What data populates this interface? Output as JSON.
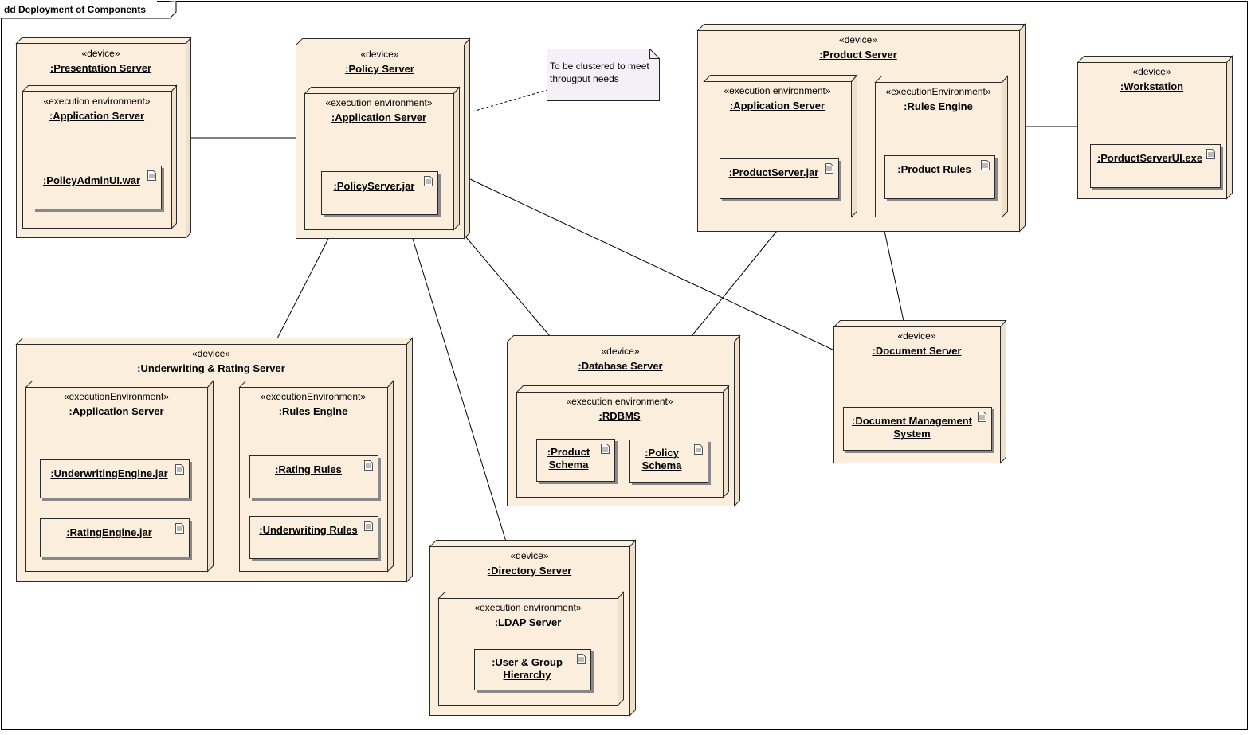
{
  "frame": {
    "title": "dd Deployment of Components"
  },
  "nodes": {
    "presentation_server": {
      "stereotype": "«device»",
      "name": ":Presentation Server"
    },
    "policy_server": {
      "stereotype": "«device»",
      "name": ":Policy Server"
    },
    "product_server": {
      "stereotype": "«device»",
      "name": ":Product Server"
    },
    "workstation": {
      "stereotype": "«device»",
      "name": ":Workstation"
    },
    "underwriting_server": {
      "stereotype": "«device»",
      "name": ":Underwriting & Rating Server"
    },
    "database_server": {
      "stereotype": "«device»",
      "name": ":Database Server"
    },
    "document_server": {
      "stereotype": "«device»",
      "name": ":Document Server"
    },
    "directory_server": {
      "stereotype": "«device»",
      "name": ":Directory Server"
    }
  },
  "environments": {
    "pres_app": {
      "stereotype": "«execution environment»",
      "name": ":Application Server"
    },
    "policy_app": {
      "stereotype": "«execution environment»",
      "name": ":Application Server"
    },
    "product_app": {
      "stereotype": "«execution environment»",
      "name": ":Application Server"
    },
    "product_rules": {
      "stereotype": "«executionEnvironment»",
      "name": ":Rules Engine"
    },
    "uw_app": {
      "stereotype": "«executionEnvironment»",
      "name": ":Application Server"
    },
    "uw_rules": {
      "stereotype": "«executionEnvironment»",
      "name": ":Rules Engine"
    },
    "db_rdbms": {
      "stereotype": "«execution environment»",
      "name": ":RDBMS"
    },
    "dir_ldap": {
      "stereotype": "«execution environment»",
      "name": ":LDAP Server"
    }
  },
  "artifacts": {
    "policy_admin_ui": ":PolicyAdminUI.war",
    "policy_server_jar": ":PolicyServer.jar",
    "product_server_jar": ":ProductServer.jar",
    "product_rules": ":Product Rules",
    "porduct_server_ui": ":PorductServerUI.exe",
    "underwriting_engine": ":UnderwritingEngine.jar",
    "rating_engine": ":RatingEngine.jar",
    "rating_rules": ":Rating Rules",
    "underwriting_rules": ":Underwriting Rules",
    "product_schema": ":Product Schema",
    "policy_schema": ":Policy Schema",
    "document_management": ":Document Management System",
    "user_group_hierarchy": ":User & Group Hierarchy"
  },
  "note": {
    "text": "To be clustered to meet\nthrougput needs"
  },
  "colors": {
    "node_fill": "#fbeedd",
    "node_side": "#efe0cc",
    "line": "#000000",
    "note_fill": "#f4f0f8"
  },
  "icons": {
    "artifact": "document-icon"
  }
}
